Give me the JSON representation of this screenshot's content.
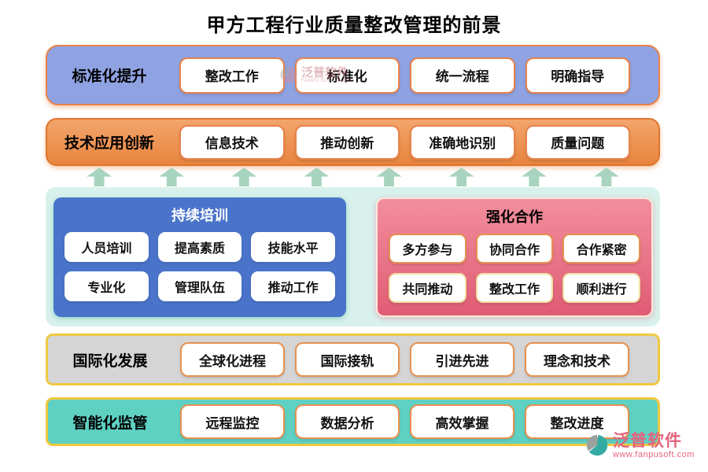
{
  "title": "甲方工程行业质量整改管理的前景",
  "bands": [
    {
      "label": "标准化提升",
      "items": [
        "整改工作",
        "标准化",
        "统一流程",
        "明确指导"
      ]
    },
    {
      "label": "技术应用创新",
      "items": [
        "信息技术",
        "推动创新",
        "准确地识别",
        "质量问题"
      ]
    },
    {
      "label": "国际化发展",
      "items": [
        "全球化进程",
        "国际接轨",
        "引进先进",
        "理念和技术"
      ]
    },
    {
      "label": "智能化监管",
      "items": [
        "远程监控",
        "数据分析",
        "高效掌握",
        "整改进度"
      ]
    }
  ],
  "cards": [
    {
      "title": "持续培训",
      "items": [
        "人员培训",
        "提高素质",
        "技能水平",
        "专业化",
        "管理队伍",
        "推动工作"
      ]
    },
    {
      "title": "强化合作",
      "items": [
        "多方参与",
        "协同合作",
        "合作紧密",
        "共同推动",
        "整改工作",
        "顺利进行"
      ]
    }
  ],
  "arrows": {
    "count": 8,
    "direction": "up"
  },
  "watermark": {
    "brand": "泛普软件",
    "brand_en": "FANPU SOFTWARE"
  },
  "footer_logo": {
    "brand": "泛普软件",
    "website": "www.fanpusoft.com"
  },
  "icons": {
    "up_arrow": "block-up-arrow shape",
    "brand_logo": "two-tone swirl circle"
  },
  "colors": {
    "band1_bg": "#8FA2E2",
    "band1_border": "#E8834B",
    "band2_bg_top": "#F3A56C",
    "band2_bg_bottom": "#E8843E",
    "band2_border": "#DF752C",
    "arrow": "#A8D4BF",
    "mid_bg": "#D9F1EC",
    "card_blue": "#4A74CA",
    "card_pink_top": "#F28E9C",
    "card_pink_bottom": "#E05C74",
    "band4_bg": "#D5D5D5",
    "band5_bg": "#5ED1C3",
    "yellow_border": "#EFC83F",
    "chip_border_orange": "#E8914F",
    "brand_pink": "#E4637E"
  }
}
